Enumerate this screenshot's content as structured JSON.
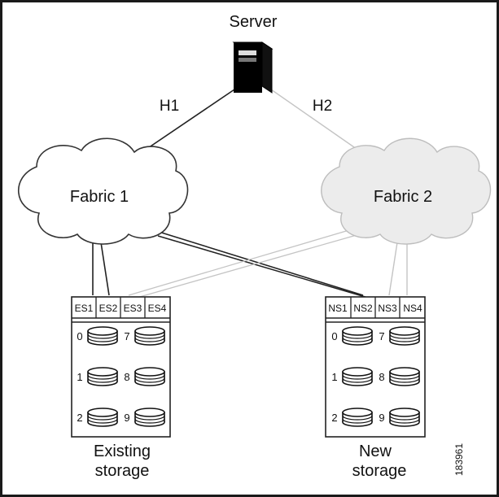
{
  "server": {
    "label": "Server"
  },
  "links": {
    "h1": "H1",
    "h2": "H2"
  },
  "fabric1": {
    "label": "Fabric 1"
  },
  "fabric2": {
    "label": "Fabric 2"
  },
  "existing_storage": {
    "ports": [
      "ES1",
      "ES2",
      "ES3",
      "ES4"
    ],
    "disks_left": [
      "0",
      "1",
      "2"
    ],
    "disks_right": [
      "7",
      "8",
      "9"
    ],
    "caption_line1": "Existing",
    "caption_line2": "storage"
  },
  "new_storage": {
    "ports": [
      "NS1",
      "NS2",
      "NS3",
      "NS4"
    ],
    "disks_left": [
      "0",
      "1",
      "2"
    ],
    "disks_right": [
      "7",
      "8",
      "9"
    ],
    "caption_line1": "New",
    "caption_line2": "storage"
  },
  "figure_id": "183961",
  "colors": {
    "dark_line": "#222222",
    "light_line": "#c4c4c4",
    "fabric2_fill": "#ececec"
  }
}
